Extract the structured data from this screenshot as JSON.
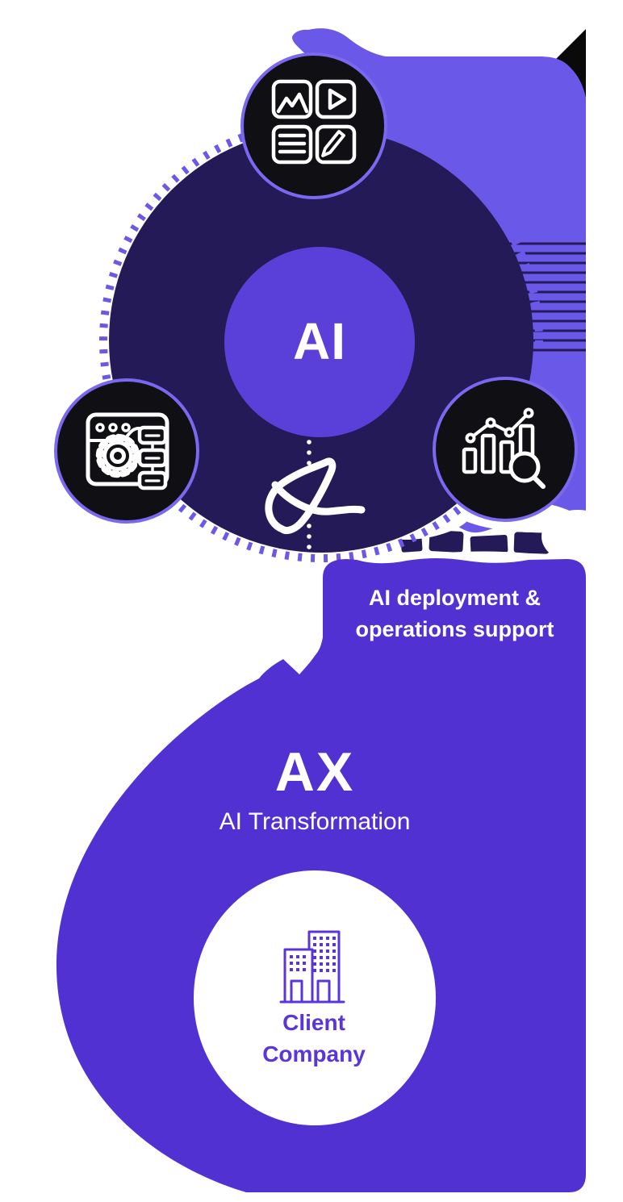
{
  "diagram": {
    "title": "AI to AX transformation diagram",
    "ai_hub": {
      "label": "AI"
    },
    "deployment_note": {
      "line1": "AI deployment &",
      "line2": "operations support"
    },
    "ax": {
      "title": "AX",
      "subtitle": "AI Transformation"
    },
    "client": {
      "line1": "Client",
      "line2": "Company"
    },
    "icons": [
      {
        "name": "content-media-grid-icon",
        "parts": [
          "image",
          "play-video",
          "text-list",
          "pencil-edit"
        ]
      },
      {
        "name": "automation-workflow-icon",
        "parts": [
          "browser-window",
          "gear",
          "task-nodes"
        ]
      },
      {
        "name": "analytics-search-icon",
        "parts": [
          "bar-chart",
          "trend-line",
          "magnifier"
        ]
      },
      {
        "name": "scribble-logo",
        "parts": [
          "hand-drawn-loop"
        ]
      },
      {
        "name": "client-building-icon",
        "parts": [
          "office-buildings"
        ]
      }
    ],
    "colors": {
      "blob_light_purple": "#6A58E8",
      "navy_circle": "#241A57",
      "hub_purple": "#5A40D8",
      "bottom_purple": "#5231D3",
      "icon_black": "#101014",
      "icon_ring": "#7A68F0",
      "client_text": "#5A35DC",
      "white": "#FFFFFF",
      "corner_black": "#0A0A0A"
    }
  }
}
